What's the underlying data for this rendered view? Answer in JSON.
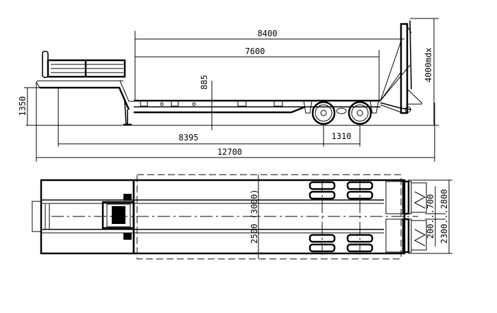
{
  "drawing": {
    "title": "Low-bed semitrailer general arrangement",
    "side_view": {
      "dimensions": {
        "overall_deck": "8400",
        "loading_deck": "7600",
        "deck_height": "885",
        "fifth_wheel_height": "1350",
        "kingpin_to_axle": "8395",
        "axle_spacing": "1310",
        "overall_length": "12700",
        "ramp_height": "4000mdx"
      }
    },
    "top_view": {
      "dimensions": {
        "width": "2500 (3000)",
        "ramp_gap": "200...700",
        "ramp_span": "2300...2800"
      }
    }
  }
}
